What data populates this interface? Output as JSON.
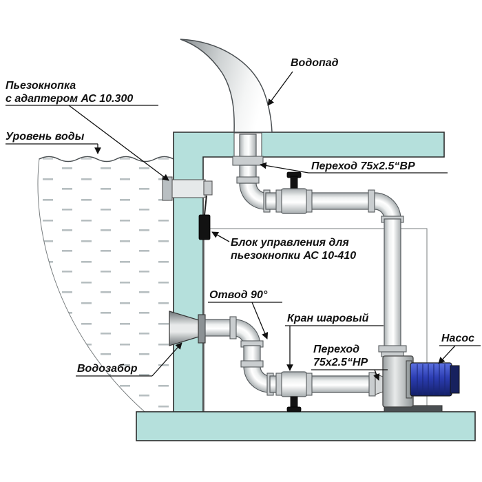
{
  "diagram": {
    "type": "pool-waterfall-plumbing-schematic",
    "labels": {
      "waterfall": "Водопад",
      "piezo_button_line1": "Пьезокнопка",
      "piezo_button_line2": "с адаптером АС 10.300",
      "water_level": "Уровень воды",
      "adapter_vr": "Переход 75х2.5“ВР",
      "control_unit_line1": "Блок управления для",
      "control_unit_line2": "пьезокнопки АС 10-410",
      "elbow_90": "Отвод 90°",
      "ball_valve": "Кран шаровый",
      "adapter_nr_line1": "Переход",
      "adapter_nr_line2": "75х2.5“НР",
      "pump": "Насос",
      "water_intake": "Водозабор"
    },
    "colors": {
      "structure_fill": "#b5e0dc",
      "outline": "#2b2b2b",
      "pipe_fill": "#f2f3f3",
      "motor_blue": "#2c3db2",
      "label_color": "#111111",
      "water_dash": "#b6bec0"
    }
  }
}
